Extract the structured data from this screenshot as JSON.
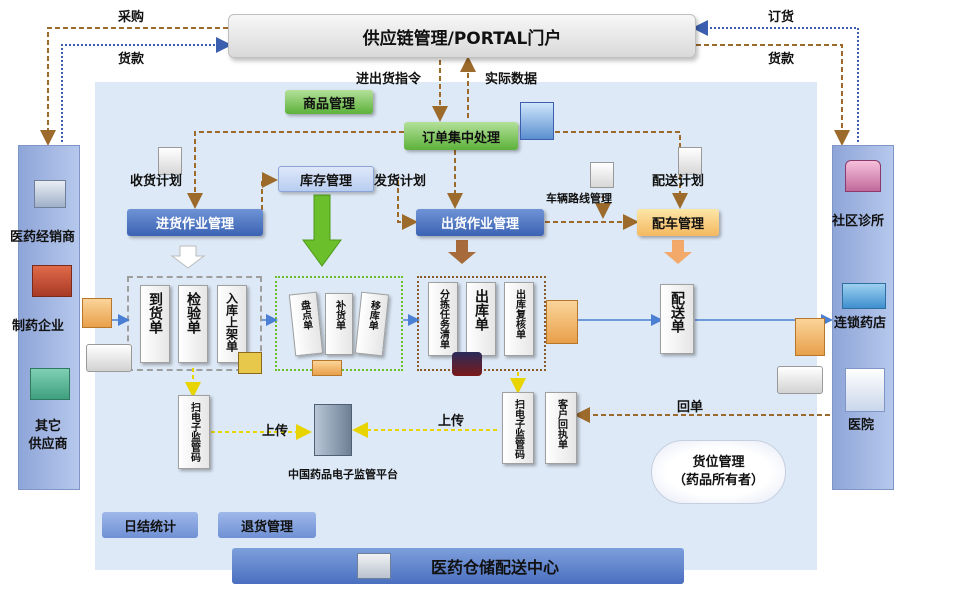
{
  "portal_title": "供应链管理/PORTAL门户",
  "flows": {
    "purchase": "采购",
    "payment_left": "货款",
    "order": "订货",
    "payment_right": "货款",
    "inout_instruction": "进出货指令",
    "actual_data": "实际数据",
    "receipt": "回单",
    "upload_left": "上传",
    "upload_right": "上传"
  },
  "suppliers": [
    "医药经销商",
    "制药企业",
    "其它\n供应商"
  ],
  "customers": [
    "社区诊所",
    "连锁药店",
    "医院"
  ],
  "modules": {
    "goods_mgmt": "商品管理",
    "order_processing": "订单集中处理",
    "inventory_mgmt": "库存管理",
    "inbound_ops": "进货作业管理",
    "outbound_ops": "出货作业管理",
    "dispatch_mgmt": "配车管理",
    "daily_stats": "日结统计",
    "returns_mgmt": "退货管理"
  },
  "plans": {
    "receive_plan": "收货计划",
    "ship_plan": "发货计划",
    "vehicle_route": "车辆路线管理",
    "delivery_plan": "配送计划"
  },
  "documents": {
    "arrival": "到货单",
    "inspection": "检验单",
    "shelving": "入库上架单",
    "count": "盘点单",
    "replenish": "补货单",
    "transfer": "移库单",
    "picking": "分拣任务清单",
    "outbound": "出库单",
    "outbound_check": "出库复核单",
    "delivery": "配送单",
    "scan_left": "扫电子监管码",
    "scan_right": "扫电子监管码",
    "customer_receipt": "客户回执单"
  },
  "platform": "中国药品电子监管平台",
  "location_mgmt": "货位管理\n（药品所有者）",
  "center_title": "医药仓储配送中心",
  "colors": {
    "brown_dashed": "#9c6a2b",
    "blue_dotted": "#4a6fbf",
    "green_arrow": "#6bbf2a",
    "yellow_dashed": "#e8d400"
  }
}
